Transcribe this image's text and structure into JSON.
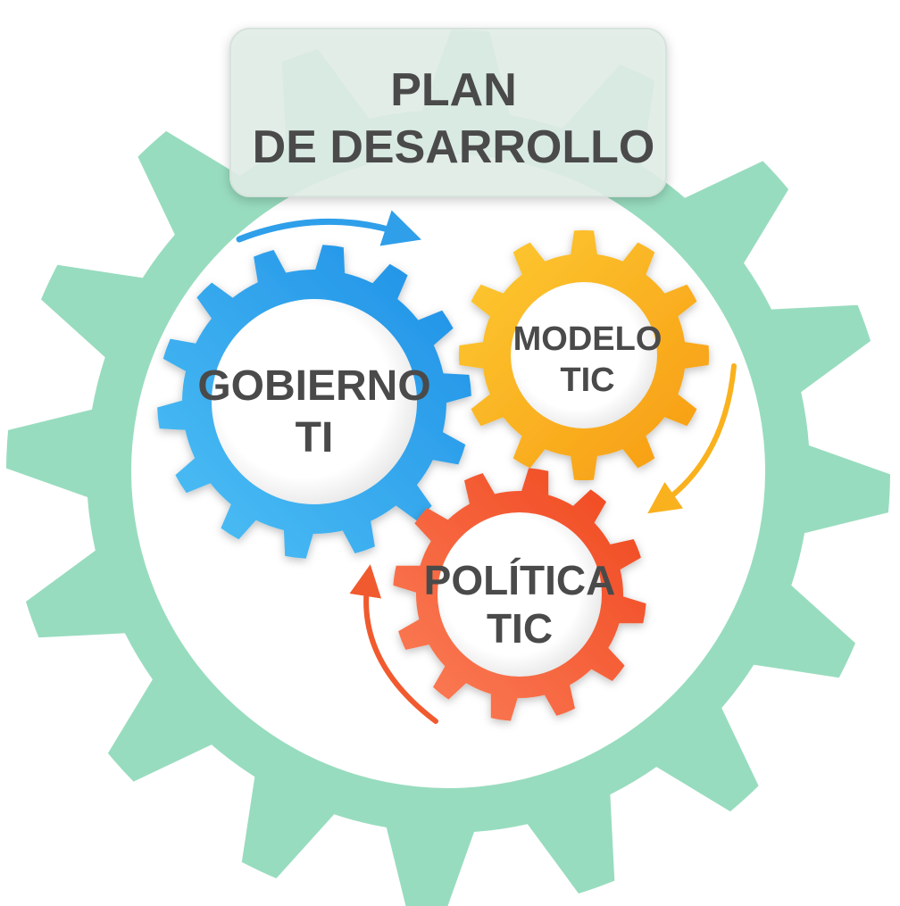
{
  "title": {
    "line1": "PLAN",
    "line2": "DE DESARROLLO"
  },
  "gears": [
    {
      "id": "gobierno",
      "line1": "GOBIERNO",
      "line2": "TI",
      "color": "#2f9fea",
      "color_light": "#4fc1f5"
    },
    {
      "id": "modelo",
      "line1": "MODELO",
      "line2": "TIC",
      "color": "#f9a819",
      "color_light": "#fdbf2d"
    },
    {
      "id": "politica",
      "line1": "POLÍTICA",
      "line2": "TIC",
      "color": "#f4572b",
      "color_light": "#fb7c55"
    }
  ],
  "outer_gear_color": "#98dcbf",
  "arrow_colors": [
    "#2f9fea",
    "#f9b11d",
    "#f15a2e"
  ]
}
